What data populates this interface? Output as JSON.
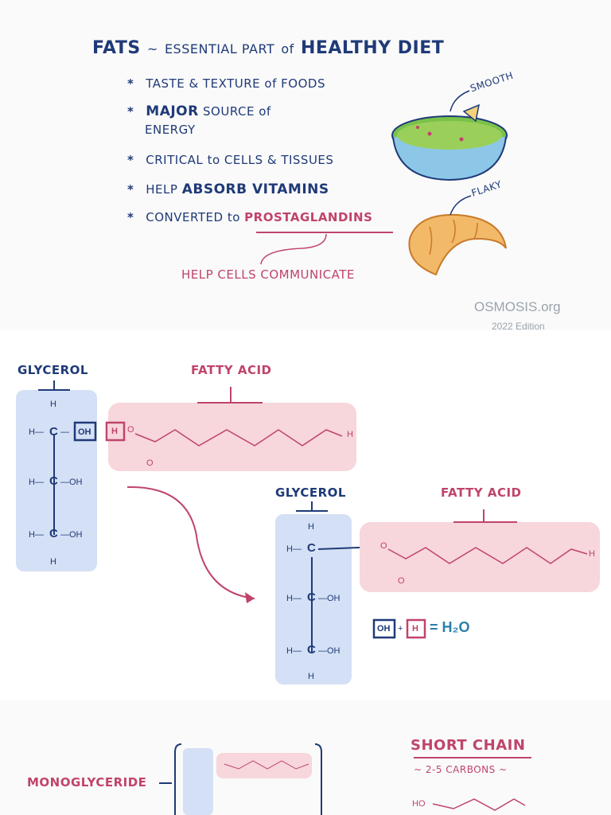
{
  "panel1": {
    "title_a": "FATS",
    "title_sep": "~",
    "title_b": "ESSENTIAL PART",
    "title_of": "of",
    "title_c": "HEALTHY DIET",
    "bullets": [
      {
        "pre": "TASTE & TEXTURE",
        "mid": "of",
        "post": "FOODS"
      },
      {
        "bold": "MAJOR",
        "pre": "SOURCE",
        "mid": "of",
        "post": "ENERGY"
      },
      {
        "pre": "CRITICAL",
        "mid": "to",
        "post": "CELLS & TISSUES"
      },
      {
        "pre": "HELP",
        "bold": "ABSORB VITAMINS"
      },
      {
        "pre": "CONVERTED",
        "mid": "to",
        "post": "PROSTAGLANDINS"
      }
    ],
    "help_cells": "HELP CELLS COMMUNICATE",
    "smooth": "SMOOTH",
    "flaky": "FLAKY",
    "logo": "OSMOSIS.org",
    "edition": "2022 Edition"
  },
  "panel2": {
    "glycerol": "GLYCEROL",
    "fatty_acid": "FATTY ACID",
    "glycerol2": "GLYCEROL",
    "fatty_acid2": "FATTY ACID",
    "oh": "OH",
    "h": "H",
    "plus": "+",
    "eq": "= H₂O"
  },
  "panel3": {
    "monoglyceride": "MONOGLYCERIDE",
    "short_chain": "SHORT CHAIN",
    "carbons": "~ 2-5 CARBONS ~",
    "ho": "HO"
  },
  "colors": {
    "blue": "#1f3a78",
    "pink": "#c0446a",
    "blue_fill": "#d4e0f5",
    "pink_fill": "#f7d6dc"
  }
}
